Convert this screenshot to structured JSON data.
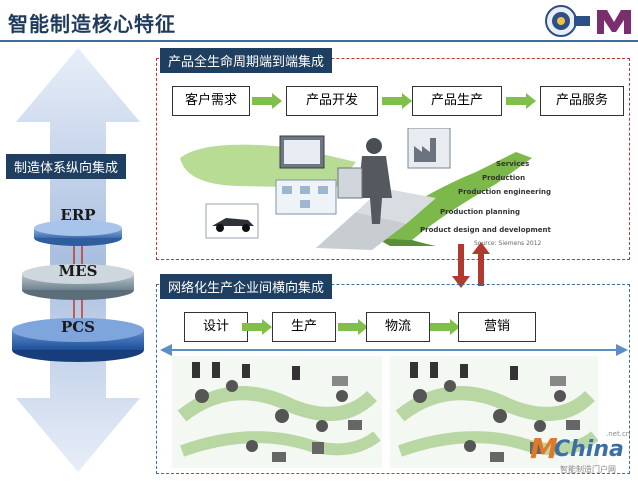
{
  "header": {
    "title": "智能制造核心特征"
  },
  "left": {
    "label": "制造体系纵向集成",
    "layers": [
      {
        "label": "ERP"
      },
      {
        "label": "MES"
      },
      {
        "label": "PCS"
      }
    ]
  },
  "top_section": {
    "label": "产品全生命周期端到端集成",
    "steps": [
      {
        "label": "客户需求"
      },
      {
        "label": "产品开发"
      },
      {
        "label": "产品生产"
      },
      {
        "label": "产品服务"
      }
    ],
    "lifecycle_stages": [
      "Services",
      "Production",
      "Production engineering",
      "Production planning",
      "Product design and development"
    ],
    "source": "Source: Siemens 2012"
  },
  "bottom_section": {
    "label": "网络化生产企业间横向集成",
    "steps": [
      {
        "label": "设计"
      },
      {
        "label": "生产"
      },
      {
        "label": "物流"
      },
      {
        "label": "营销"
      }
    ]
  },
  "watermark": {
    "brand_prefix": "M",
    "brand": "China",
    "suffix": ".net.cn",
    "subtitle": "智能制造门户网"
  },
  "colors": {
    "accent": "#1f3f61",
    "red_dash": "#c0392b",
    "blue_dash": "#3a6ea5",
    "arrow_green": "#7fbf4a",
    "arrow_blue": "#5b8fc4"
  }
}
